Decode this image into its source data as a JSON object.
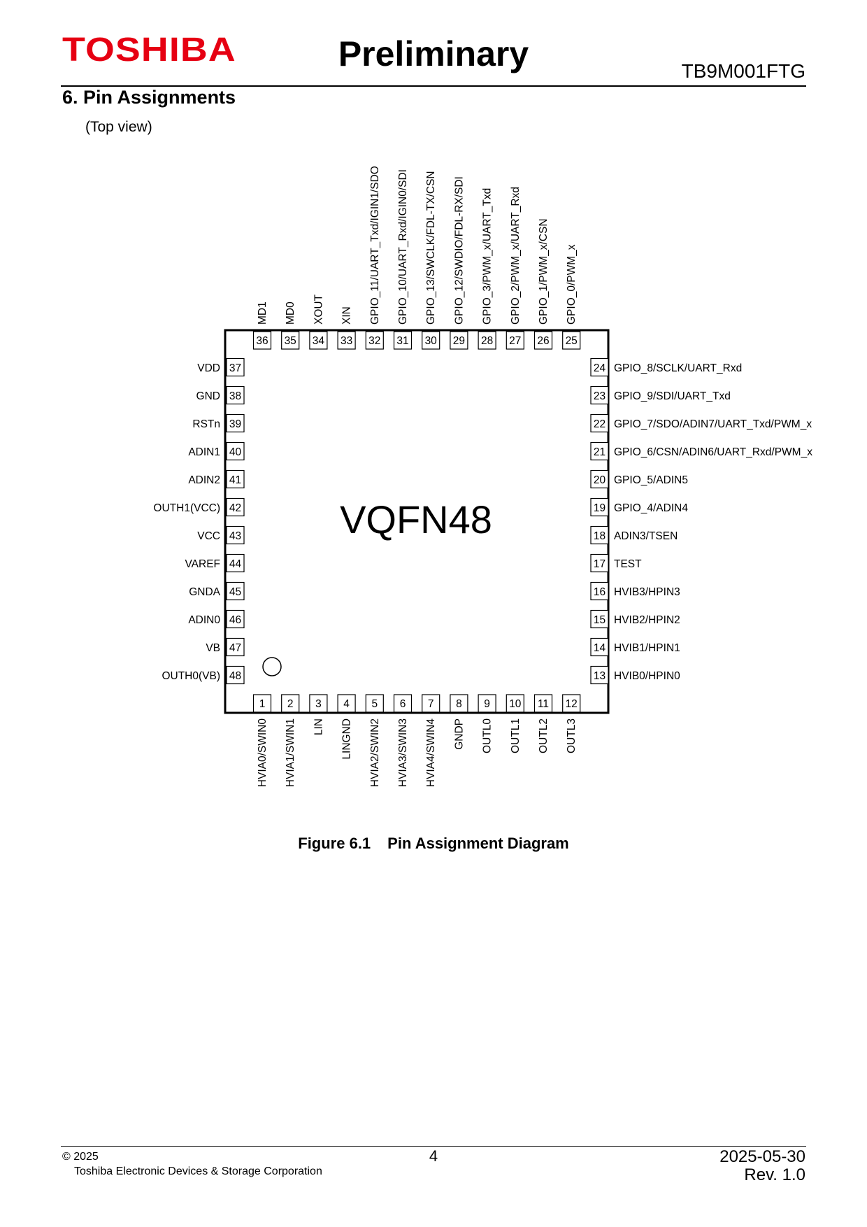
{
  "header": {
    "logo": "TOSHIBA",
    "status": "Preliminary",
    "part_number": "TB9M001FTG"
  },
  "section": {
    "title": "6. Pin Assignments",
    "subtitle": "(Top view)"
  },
  "diagram": {
    "package": "VQFN48",
    "pins_bottom": [
      {
        "num": "1",
        "name": "HVIA0/SWIN0"
      },
      {
        "num": "2",
        "name": "HVIA1/SWIN1"
      },
      {
        "num": "3",
        "name": "LIN"
      },
      {
        "num": "4",
        "name": "LINGND"
      },
      {
        "num": "5",
        "name": "HVIA2/SWIN2"
      },
      {
        "num": "6",
        "name": "HVIA3/SWIN3"
      },
      {
        "num": "7",
        "name": "HVIA4/SWIN4"
      },
      {
        "num": "8",
        "name": "GNDP"
      },
      {
        "num": "9",
        "name": "OUTL0"
      },
      {
        "num": "10",
        "name": "OUTL1"
      },
      {
        "num": "11",
        "name": "OUTL2"
      },
      {
        "num": "12",
        "name": "OUTL3"
      }
    ],
    "pins_right": [
      {
        "num": "24",
        "name": "GPIO_8/SCLK/UART_Rxd"
      },
      {
        "num": "23",
        "name": "GPIO_9/SDI/UART_Txd"
      },
      {
        "num": "22",
        "name": "GPIO_7/SDO/ADIN7/UART_Txd/PWM_x"
      },
      {
        "num": "21",
        "name": "GPIO_6/CSN/ADIN6/UART_Rxd/PWM_x"
      },
      {
        "num": "20",
        "name": "GPIO_5/ADIN5"
      },
      {
        "num": "19",
        "name": "GPIO_4/ADIN4"
      },
      {
        "num": "18",
        "name": "ADIN3/TSEN"
      },
      {
        "num": "17",
        "name": "TEST"
      },
      {
        "num": "16",
        "name": "HVIB3/HPIN3"
      },
      {
        "num": "15",
        "name": "HVIB2/HPIN2"
      },
      {
        "num": "14",
        "name": "HVIB1/HPIN1"
      },
      {
        "num": "13",
        "name": "HVIB0/HPIN0"
      }
    ],
    "pins_top": [
      {
        "num": "36",
        "name": "MD1"
      },
      {
        "num": "35",
        "name": "MD0"
      },
      {
        "num": "34",
        "name": "XOUT"
      },
      {
        "num": "33",
        "name": "XIN"
      },
      {
        "num": "32",
        "name": "GPIO_11/UART_Txd/IGIN1/SDO"
      },
      {
        "num": "31",
        "name": "GPIO_10/UART_Rxd/IGIN0/SDI"
      },
      {
        "num": "30",
        "name": "GPIO_13/SWCLK/FDL-TX/CSN"
      },
      {
        "num": "29",
        "name": "GPIO_12/SWDIO/FDL-RX/SDI"
      },
      {
        "num": "28",
        "name": "GPIO_3/PWM_x/UART_Txd"
      },
      {
        "num": "27",
        "name": "GPIO_2/PWM_x/UART_Rxd"
      },
      {
        "num": "26",
        "name": "GPIO_1/PWM_x/CSN"
      },
      {
        "num": "25",
        "name": "GPIO_0/PWM_x"
      }
    ],
    "pins_left": [
      {
        "num": "37",
        "name": "VDD"
      },
      {
        "num": "38",
        "name": "GND"
      },
      {
        "num": "39",
        "name": "RSTn"
      },
      {
        "num": "40",
        "name": "ADIN1"
      },
      {
        "num": "41",
        "name": "ADIN2"
      },
      {
        "num": "42",
        "name": "OUTH1(VCC)"
      },
      {
        "num": "43",
        "name": "VCC"
      },
      {
        "num": "44",
        "name": "VAREF"
      },
      {
        "num": "45",
        "name": "GNDA"
      },
      {
        "num": "46",
        "name": "ADIN0"
      },
      {
        "num": "47",
        "name": "VB"
      },
      {
        "num": "48",
        "name": "OUTH0(VB)"
      }
    ]
  },
  "figure": {
    "number": "Figure 6.1",
    "title": "Pin Assignment Diagram"
  },
  "footer": {
    "copyright": "© 2025",
    "company": "Toshiba Electronic Devices & Storage Corporation",
    "page": "4",
    "date": "2025-05-30",
    "revision": "Rev. 1.0"
  }
}
